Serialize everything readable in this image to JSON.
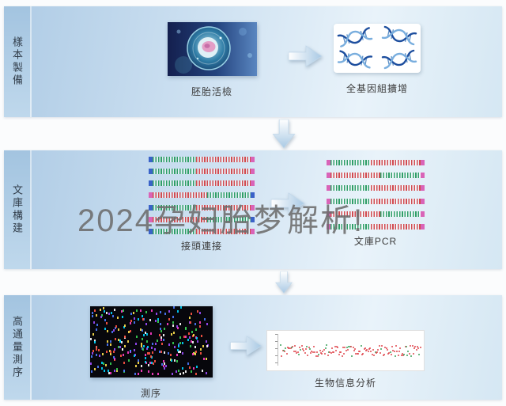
{
  "watermark": "2024孕妇胎梦解析!",
  "sections": [
    {
      "label": "樣本製備",
      "steps": [
        {
          "caption": "胚胎活檢"
        },
        {
          "caption": "全基因組擴增"
        }
      ]
    },
    {
      "label": "文庫構建",
      "steps": [
        {
          "caption": "接頭連接"
        },
        {
          "caption": "文庫PCR"
        }
      ]
    },
    {
      "label": "高通量測序",
      "steps": [
        {
          "caption": "測序"
        },
        {
          "caption": "生物信息分析"
        }
      ]
    }
  ],
  "colors": {
    "panel_blue": "#aecbe5",
    "strand_green": "#2f9e68",
    "strand_red": "#d14b50",
    "cap_blue": "#3a62c8",
    "cap_pink": "#d964b8",
    "chart_red": "#e0484f",
    "chart_green": "#3aa05a"
  }
}
